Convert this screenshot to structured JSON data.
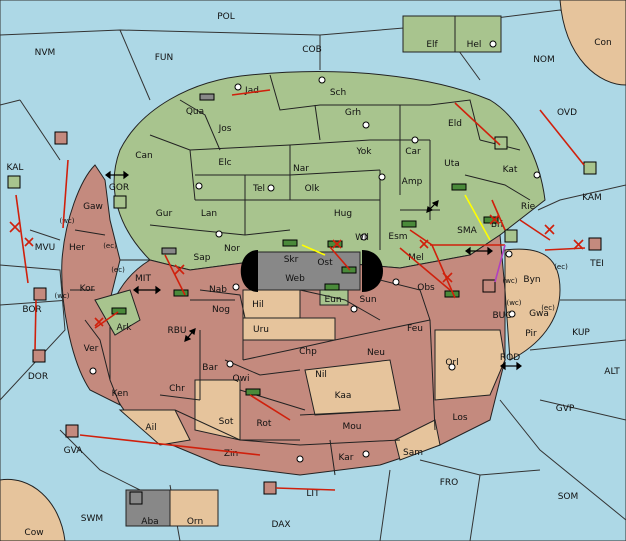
{
  "colors": {
    "sea": "#add8e6",
    "red_power": "#c48a7e",
    "green_power": "#a8c48e",
    "neutral": "#e6c49c",
    "gray_power": "#888888",
    "order_line": "#d0200c",
    "support_line": "#ffff00",
    "convoy_line": "#b040c0"
  },
  "seas": [
    {
      "id": "POL",
      "label": "POL"
    },
    {
      "id": "NVM",
      "label": "NVM"
    },
    {
      "id": "FUN",
      "label": "FUN"
    },
    {
      "id": "COB",
      "label": "COB"
    },
    {
      "id": "NOM",
      "label": "NOM"
    },
    {
      "id": "OVD",
      "label": "OVD"
    },
    {
      "id": "KAL",
      "label": "KAL"
    },
    {
      "id": "MVU",
      "label": "MVU"
    },
    {
      "id": "BOR",
      "label": "BOR"
    },
    {
      "id": "DOR",
      "label": "DOR"
    },
    {
      "id": "GOR",
      "label": "GOR"
    },
    {
      "id": "MIT",
      "label": "MIT"
    },
    {
      "id": "RBU",
      "label": "RBU"
    },
    {
      "id": "SMA",
      "label": "SMA"
    },
    {
      "id": "KAM",
      "label": "KAM"
    },
    {
      "id": "TEI",
      "label": "TEI"
    },
    {
      "id": "BUC",
      "label": "BUC"
    },
    {
      "id": "KUP",
      "label": "KUP"
    },
    {
      "id": "ROD",
      "label": "ROD"
    },
    {
      "id": "ALT",
      "label": "ALT"
    },
    {
      "id": "GVP",
      "label": "GVP"
    },
    {
      "id": "GVA",
      "label": "GVA"
    },
    {
      "id": "FRO",
      "label": "FRO"
    },
    {
      "id": "SOM",
      "label": "SOM"
    },
    {
      "id": "LIT",
      "label": "LIT"
    },
    {
      "id": "SWM",
      "label": "SWM"
    },
    {
      "id": "DAX",
      "label": "DAX"
    },
    {
      "id": "Con",
      "label": "Con"
    },
    {
      "id": "Cow",
      "label": "Cow"
    }
  ],
  "provinces": [
    {
      "label": "Jad"
    },
    {
      "label": "Sch"
    },
    {
      "label": "Qua"
    },
    {
      "label": "Jos"
    },
    {
      "label": "Grh"
    },
    {
      "label": "Can"
    },
    {
      "label": "Eld"
    },
    {
      "label": "Yok"
    },
    {
      "label": "Car"
    },
    {
      "label": "Elc"
    },
    {
      "label": "Nar"
    },
    {
      "label": "Uta"
    },
    {
      "label": "Kat"
    },
    {
      "label": "Tel"
    },
    {
      "label": "Olk"
    },
    {
      "label": "Amp"
    },
    {
      "label": "Gur"
    },
    {
      "label": "Lan"
    },
    {
      "label": "Hug"
    },
    {
      "label": "Rie"
    },
    {
      "label": "Gaw"
    },
    {
      "label": "Her"
    },
    {
      "label": "Nor"
    },
    {
      "label": "Wil"
    },
    {
      "label": "Esm"
    },
    {
      "label": "Bri"
    },
    {
      "label": "Sap"
    },
    {
      "label": "Skr"
    },
    {
      "label": "Ost"
    },
    {
      "label": "Mel"
    },
    {
      "label": "Web"
    },
    {
      "label": "Byn"
    },
    {
      "label": "Kor"
    },
    {
      "label": "Nab"
    },
    {
      "label": "Eun"
    },
    {
      "label": "Sun"
    },
    {
      "label": "Obs"
    },
    {
      "label": "Hil"
    },
    {
      "label": "Nog"
    },
    {
      "label": "Ark"
    },
    {
      "label": "Gwa"
    },
    {
      "label": "Pir"
    },
    {
      "label": "Uru"
    },
    {
      "label": "Feu"
    },
    {
      "label": "Ver"
    },
    {
      "label": "Chp"
    },
    {
      "label": "Neu"
    },
    {
      "label": "Orl"
    },
    {
      "label": "Bar"
    },
    {
      "label": "Qwi"
    },
    {
      "label": "Nil"
    },
    {
      "label": "Ken"
    },
    {
      "label": "Chr"
    },
    {
      "label": "Kaa"
    },
    {
      "label": "Sot"
    },
    {
      "label": "Ail"
    },
    {
      "label": "Rot"
    },
    {
      "label": "Mou"
    },
    {
      "label": "Los"
    },
    {
      "label": "Sam"
    },
    {
      "label": "Zin"
    },
    {
      "label": "Kar"
    },
    {
      "label": "Elf"
    },
    {
      "label": "Hel"
    },
    {
      "label": "Aba"
    },
    {
      "label": "Orn"
    }
  ],
  "coast_labels": [
    "(wc)",
    "(ec)",
    "(ec)",
    "(wc)",
    "(ec)",
    "(wc)",
    "(ec)",
    "(wc)"
  ]
}
